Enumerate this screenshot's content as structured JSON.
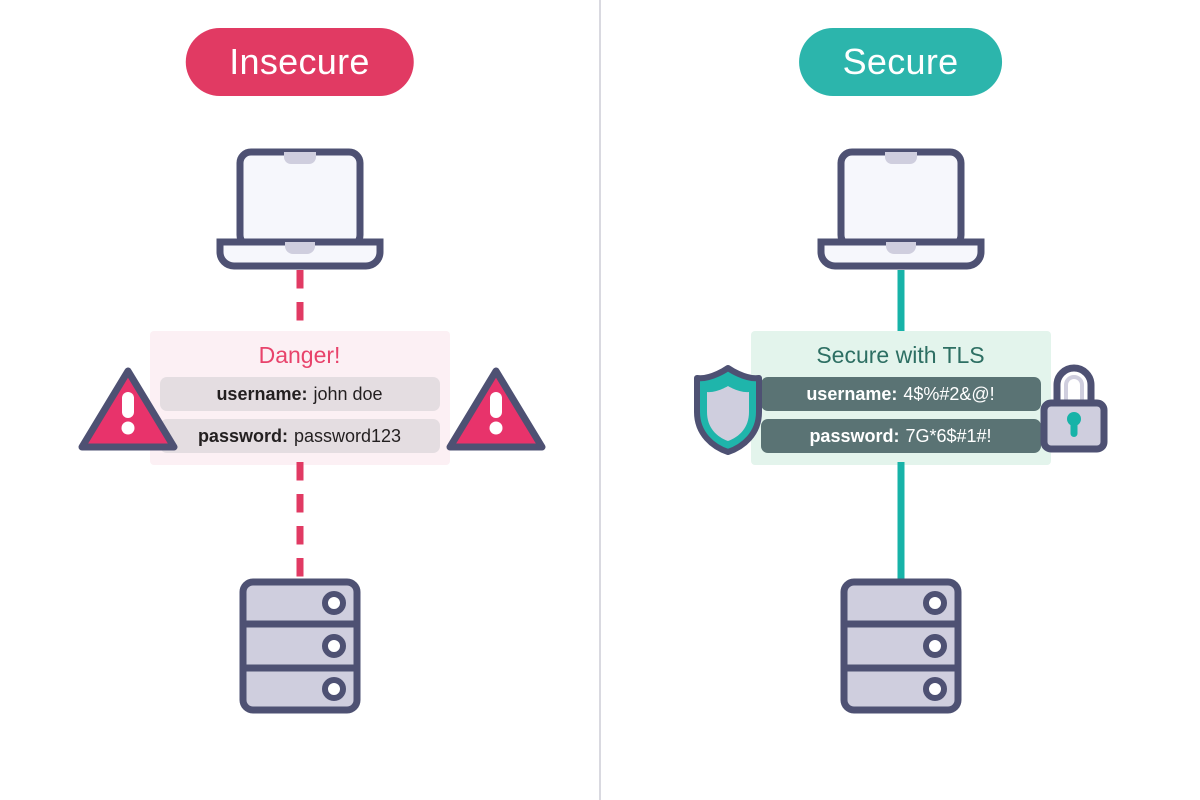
{
  "diagram": {
    "title_insecure": "Insecure",
    "title_secure": "Secure",
    "divider_color": "#d9d9e0",
    "accent_insecure": "#e13a63",
    "accent_secure": "#2cb5ac"
  },
  "left": {
    "title": "Insecure",
    "heading": "Danger!",
    "connection": "dashed",
    "credentials": [
      {
        "key": "username:",
        "value": "john doe"
      },
      {
        "key": "password:",
        "value": "password123"
      }
    ],
    "icons": {
      "laptop": "laptop-icon",
      "server": "server-icon",
      "warning_left": "warning-triangle-icon",
      "warning_right": "warning-triangle-icon"
    },
    "panel_bg": "#fcf0f4",
    "heading_color": "#e8436b",
    "row_bg": "#e4dde1",
    "row_text": "#231f20"
  },
  "right": {
    "title": "Secure",
    "heading": "Secure with TLS",
    "connection": "solid",
    "credentials": [
      {
        "key": "username:",
        "value": "4$%#2&@!"
      },
      {
        "key": "password:",
        "value": "7G*6$#1#!"
      }
    ],
    "icons": {
      "laptop": "laptop-icon",
      "server": "server-icon",
      "shield": "shield-icon",
      "lock": "padlock-icon"
    },
    "panel_bg": "#e3f4ec",
    "heading_color": "#2d6f63",
    "row_bg": "#5a7374",
    "row_text": "#ffffff"
  },
  "palette": {
    "outline_navy": "#4e5173",
    "lavender": "#cfcede",
    "screen_white": "#f6f7fc",
    "crimson": "#e8336b",
    "teal": "#1fb5ab",
    "teal_dark": "#14a99f"
  }
}
